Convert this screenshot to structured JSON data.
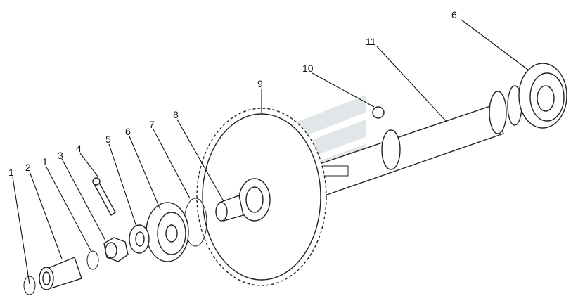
{
  "callouts": [
    "1",
    "2",
    "1",
    "3",
    "4",
    "5",
    "6",
    "7",
    "8",
    "9",
    "10",
    "11",
    "6"
  ],
  "colors": {
    "line": "#222222",
    "background": "#ffffff",
    "watermark": "#c9d3d6"
  },
  "watermark_icon": "logo-watermark"
}
